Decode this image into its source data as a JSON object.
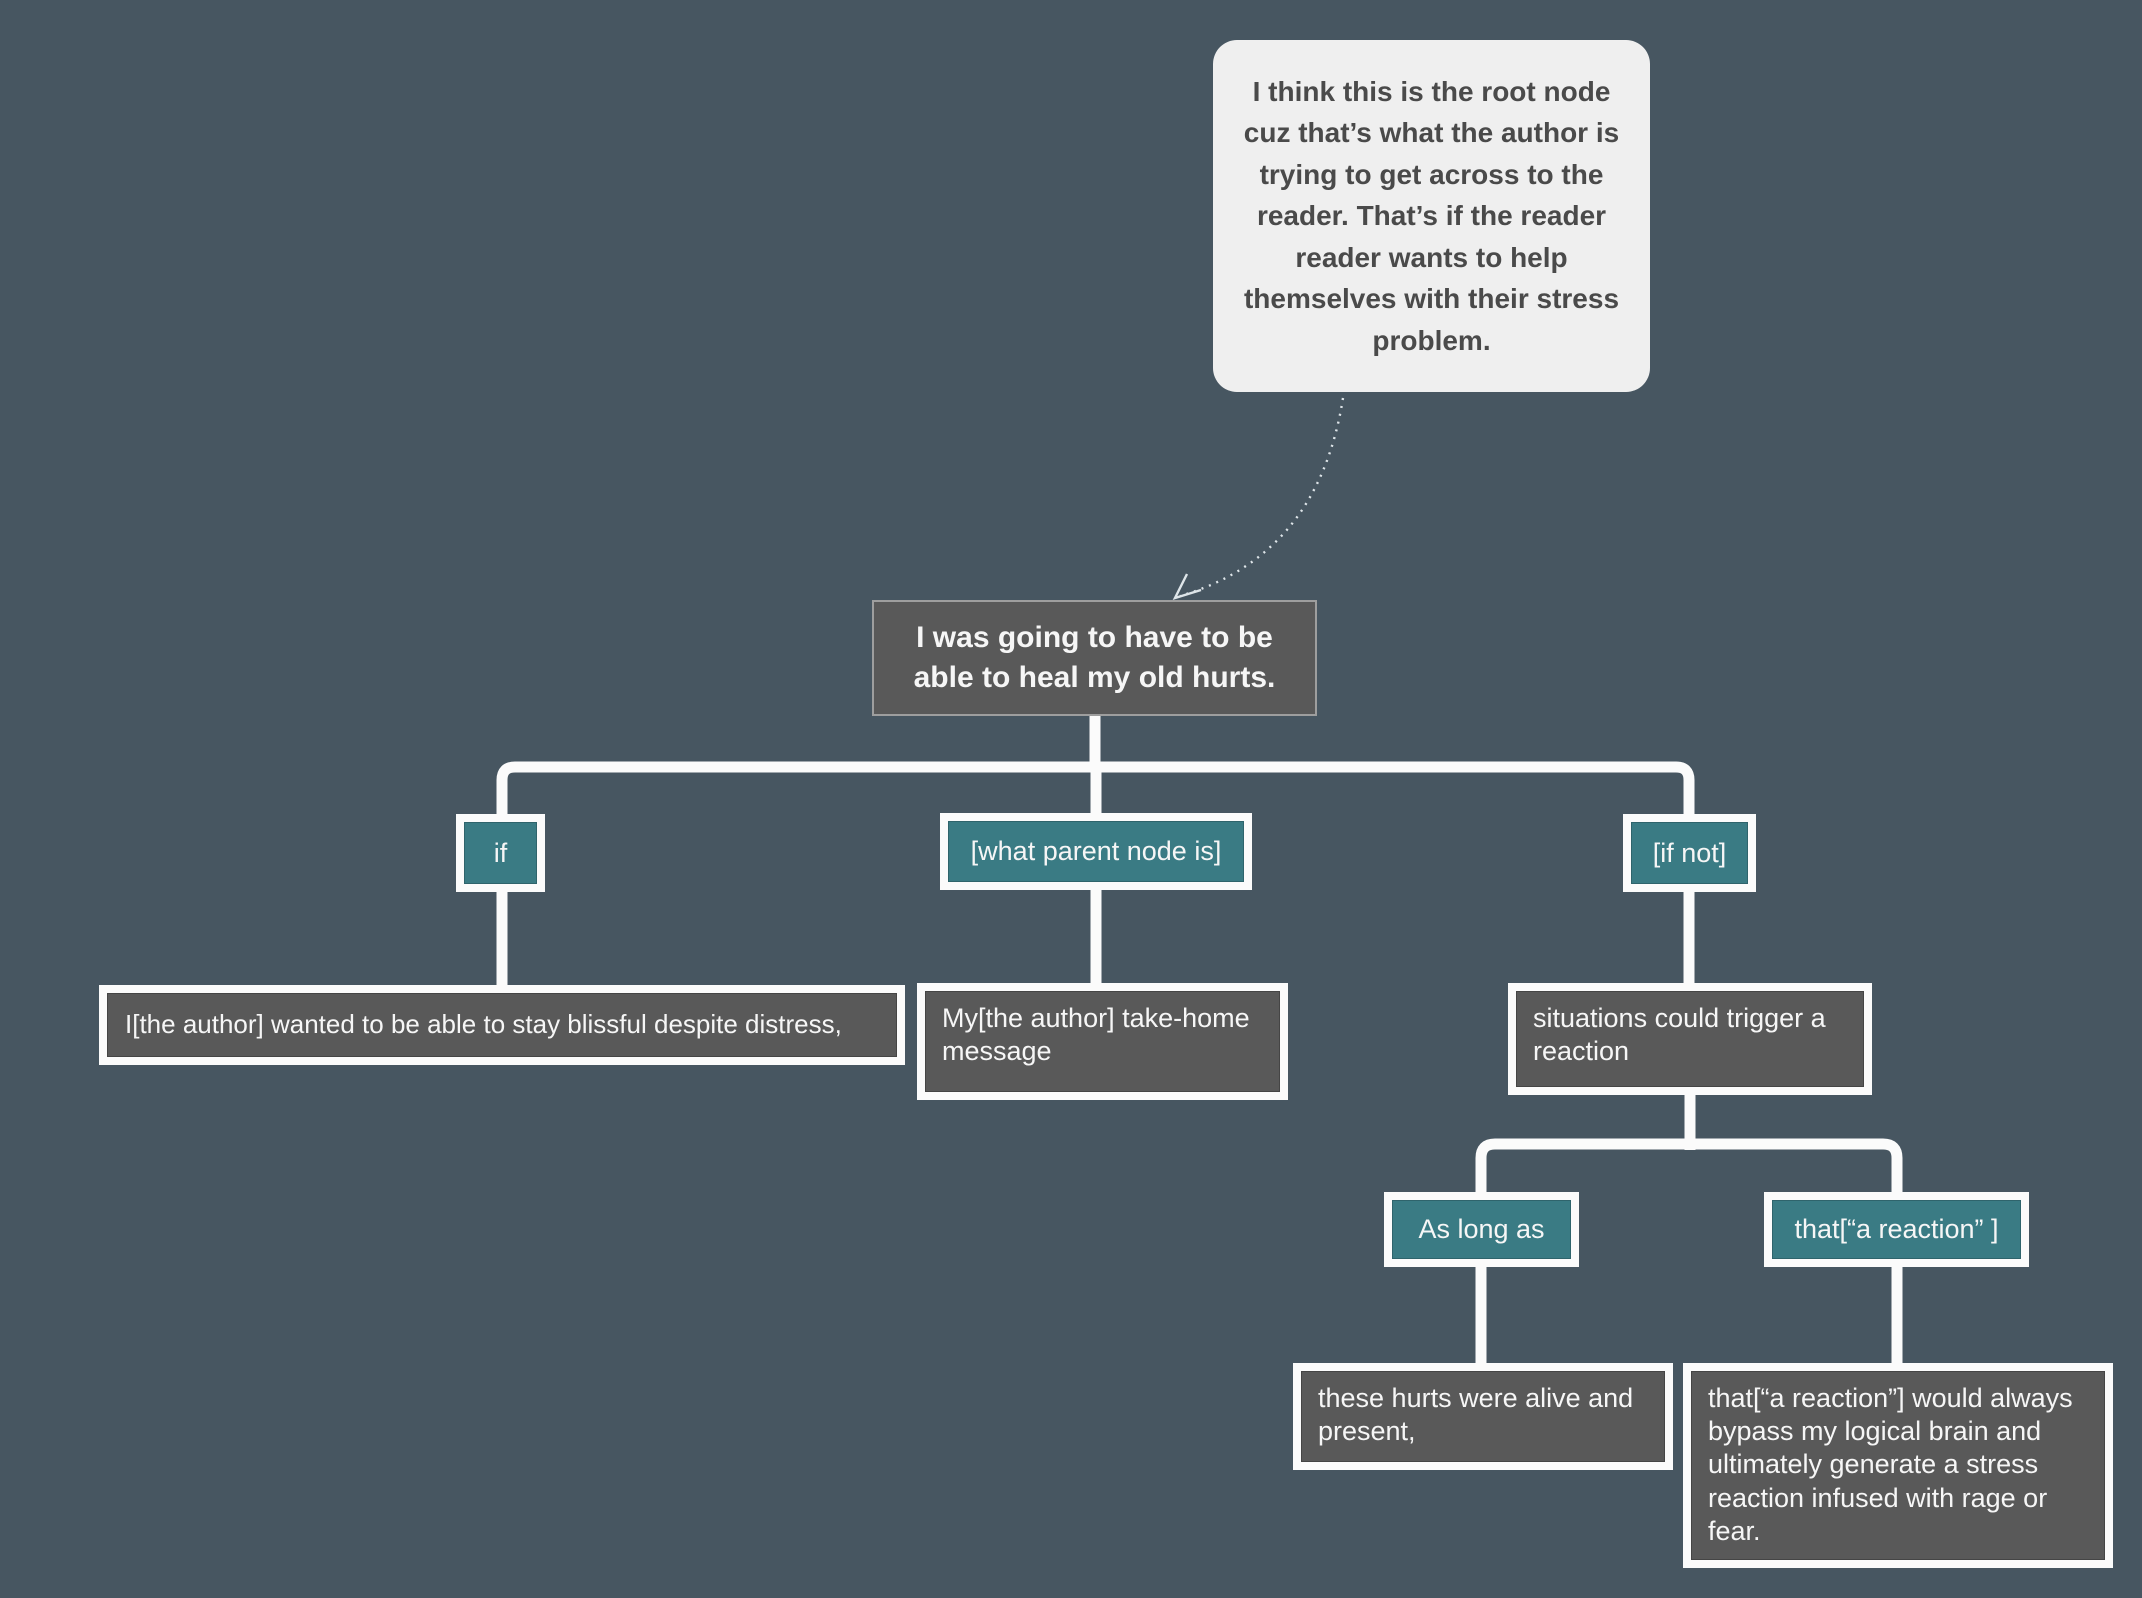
{
  "colors": {
    "background": "#475661",
    "statement_node_fill": "#595959",
    "relationship_node_fill": "#3A7B84",
    "connector": "#FBFBFB",
    "callout_background": "#EFEFEF",
    "callout_text": "#4A4A4A",
    "node_text": "#F6F6F6"
  },
  "callout": {
    "text": "I think this is the root node cuz that’s what the author is trying to get across to the reader. That’s if the reader reader wants to help themselves with their stress problem."
  },
  "mindmap": {
    "root": "I was going to have to be able to heal my old hurts.",
    "branches": {
      "if": {
        "connector": "if",
        "statement": "I[the author] wanted to be able to stay blissful despite distress,"
      },
      "parent": {
        "connector": "[what parent node is]",
        "statement": "My[the author] take-home message"
      },
      "if_not": {
        "connector": "[if not]",
        "statement": "situations could trigger a reaction",
        "children": {
          "as_long_as": {
            "connector": "As long as",
            "statement": "these hurts were alive and present,"
          },
          "that_reaction": {
            "connector": "that[“a reaction” ]",
            "statement": "that[“a reaction”] would always bypass my logical brain and ultimately generate a stress reaction infused with rage or fear."
          }
        }
      }
    }
  }
}
